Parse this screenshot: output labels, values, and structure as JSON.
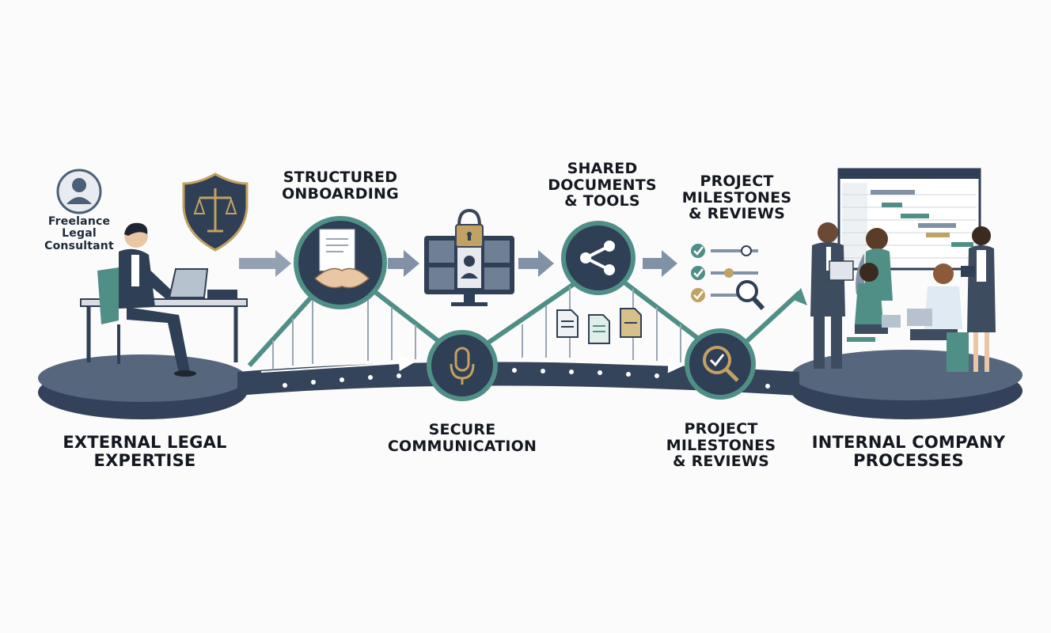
{
  "consultant_badge": {
    "lines": [
      "Freelance",
      "Legal",
      "Consultant"
    ]
  },
  "stages": {
    "external": {
      "lines": [
        "EXTERNAL LEGAL",
        "EXPERTISE"
      ]
    },
    "onboarding": {
      "lines": [
        "STRUCTURED",
        "ONBOARDING"
      ]
    },
    "communication": {
      "lines": [
        "SECURE",
        "COMMUNICATION"
      ]
    },
    "shared": {
      "lines": [
        "SHARED",
        "DOCUMENTS",
        "& TOOLS"
      ]
    },
    "milestones_top": {
      "lines": [
        "PROJECT",
        "MILESTONES",
        "& REVIEWS"
      ]
    },
    "milestones_bottom": {
      "lines": [
        "PROJECT",
        "MILESTONES",
        "& REVIEWS"
      ]
    },
    "internal": {
      "lines": [
        "INTERNAL COMPANY",
        "PROCESSES"
      ]
    }
  },
  "icons": [
    "user-icon",
    "shield-scales-icon",
    "handshake-document-icon",
    "lock-video-call-icon",
    "share-icon",
    "document-files-icon",
    "checklist-icon",
    "magnifier-check-icon",
    "microphone-icon",
    "gantt-chart-icon"
  ],
  "colors": {
    "navy": "#2f3f55",
    "teal": "#4f8f86",
    "gold": "#c2a263",
    "platform": "#3e4c60",
    "ink": "#141820"
  }
}
